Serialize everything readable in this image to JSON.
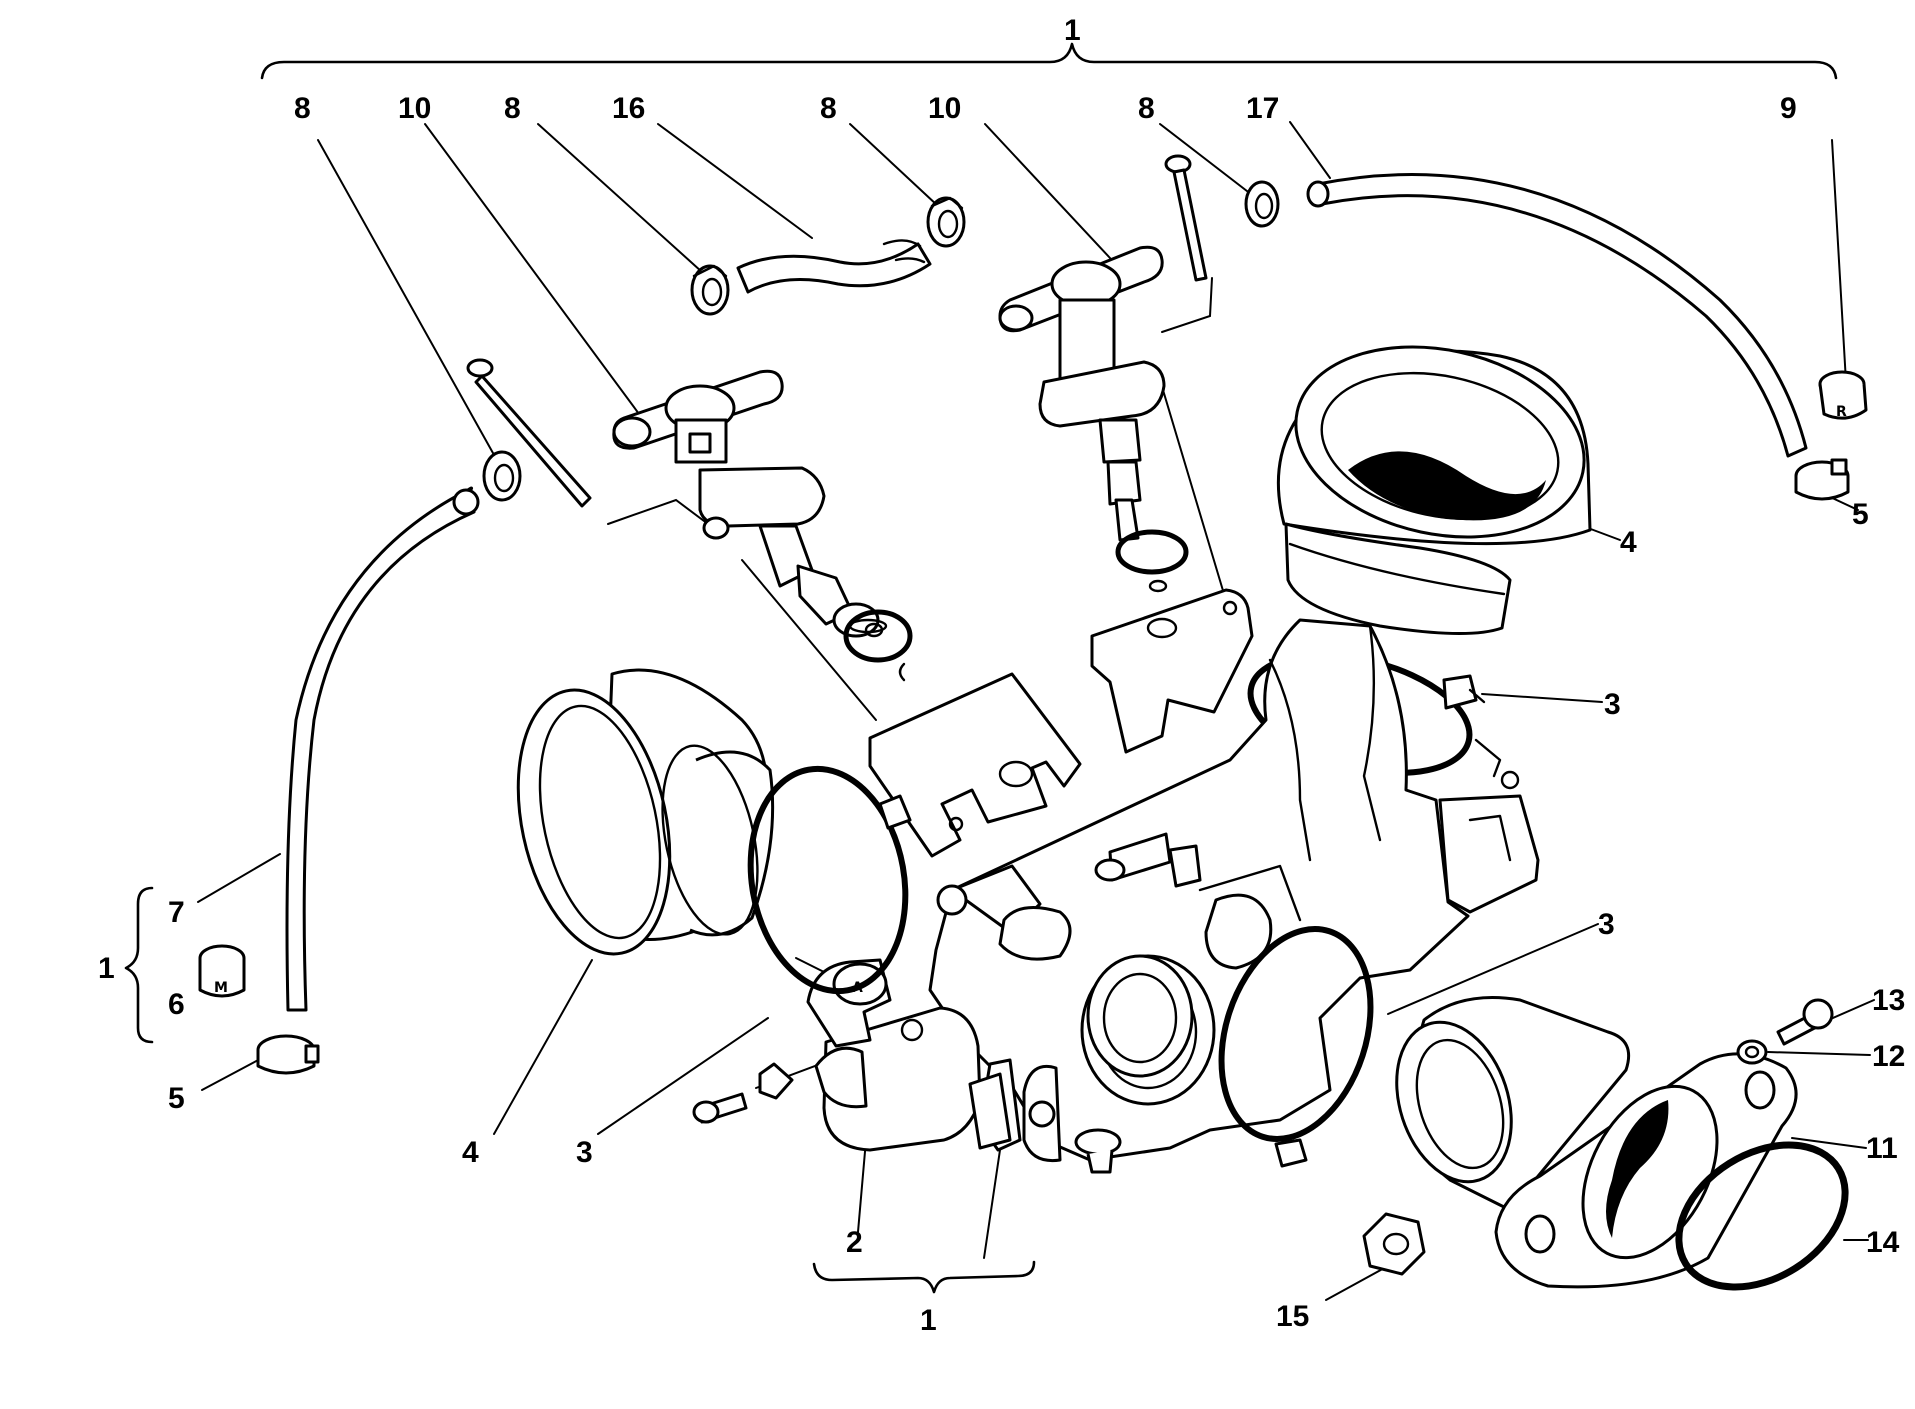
{
  "diagram": {
    "callouts": {
      "top_bracket": "1",
      "c8a": "8",
      "c10a": "10",
      "c8b": "8",
      "c16": "16",
      "c8c": "8",
      "c10b": "10",
      "c8d": "8",
      "c17": "17",
      "c9": "9",
      "c5_right": "5",
      "c4_right": "4",
      "c3_upper": "3",
      "c3_mid": "3",
      "c13": "13",
      "c12": "12",
      "c11": "11",
      "c14": "14",
      "c15": "15",
      "bottom_bracket": "1",
      "c2": "2",
      "c3_lower": "3",
      "c4_left": "4",
      "left_bracket": "1",
      "c7": "7",
      "c6": "6",
      "c5_left": "5"
    },
    "part_markings": {
      "clip_m": "M",
      "clip_r": "R",
      "sensor_a": "A"
    }
  }
}
